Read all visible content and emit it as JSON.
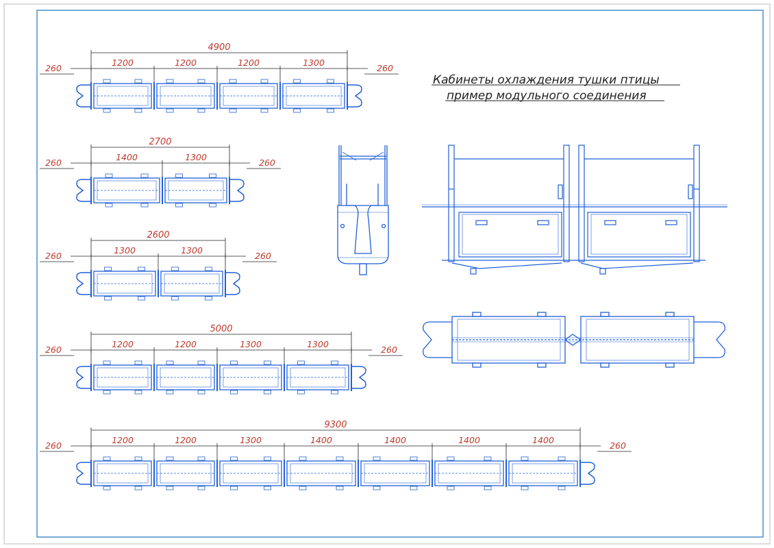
{
  "title": {
    "line1": "Кабинеты охлаждения тушки птицы",
    "line2": "пример модульного соединения"
  },
  "rows": [
    {
      "total": "4900",
      "end_left": "260",
      "end_right": "260",
      "modules": [
        "1200",
        "1200",
        "1200",
        "1300"
      ]
    },
    {
      "total": "2700",
      "end_left": "260",
      "end_right": "260",
      "modules": [
        "1400",
        "1300"
      ]
    },
    {
      "total": "2600",
      "end_left": "260",
      "end_right": "260",
      "modules": [
        "1300",
        "1300"
      ]
    },
    {
      "total": "5000",
      "end_left": "260",
      "end_right": "260",
      "modules": [
        "1200",
        "1200",
        "1300",
        "1300"
      ]
    },
    {
      "total": "9300",
      "end_left": "260",
      "end_right": "260",
      "modules": [
        "1200",
        "1200",
        "1300",
        "1400",
        "1400",
        "1400",
        "1400"
      ]
    }
  ],
  "colors": {
    "line": "#1f5fd6",
    "dimension_text": "#c0392b",
    "frame": "#4a90c8"
  }
}
